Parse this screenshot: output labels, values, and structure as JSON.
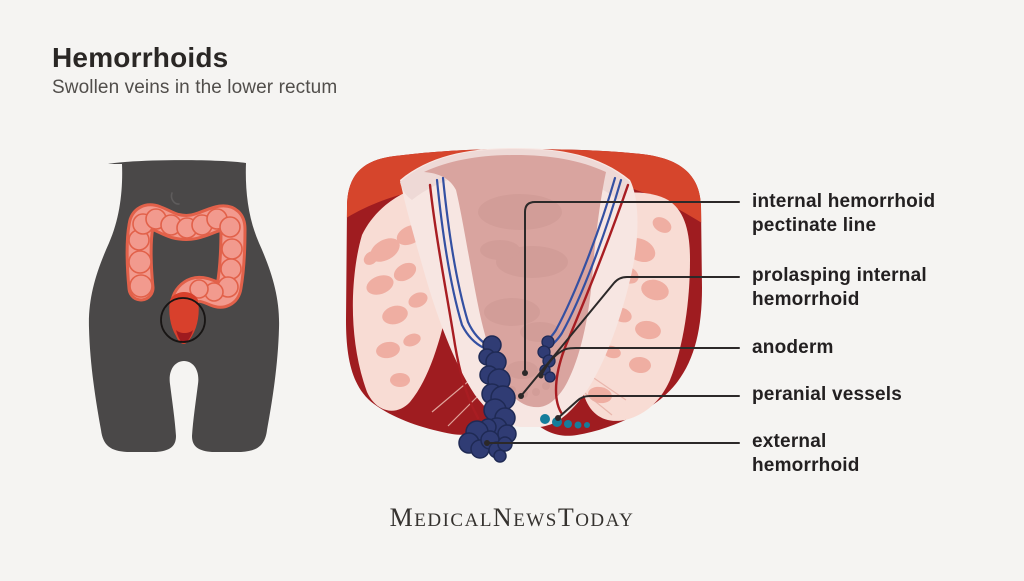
{
  "header": {
    "title": "Hemorrhoids",
    "subtitle": "Swollen veins in the lower rectum"
  },
  "diagram": {
    "labels": [
      {
        "lines": [
          "internal hemorrhoid",
          "pectinate line"
        ]
      },
      {
        "lines": [
          "prolasping internal",
          "hemorrhoid"
        ]
      },
      {
        "lines": [
          "anoderm"
        ]
      },
      {
        "lines": [
          "peranial vessels"
        ]
      },
      {
        "lines": [
          "external",
          "hemorrhoid"
        ]
      }
    ]
  },
  "footer": {
    "logo_parts": [
      {
        "cap": "M",
        "rest": "EDICAL"
      },
      {
        "cap": "N",
        "rest": "EWS"
      },
      {
        "cap": "T",
        "rest": "ODAY"
      }
    ]
  },
  "colors": {
    "background": "#f5f4f2",
    "body_silhouette": "#4a4848",
    "colon_fill": "#f29a8e",
    "colon_outline": "#e2614a",
    "rectum_red": "#d8402c",
    "deep_red": "#9f1c20",
    "orange_band": "#d6452c",
    "tissue_pink": "#f8dcd4",
    "canal_pink": "#d9a49f",
    "hemorrhoid_navy": "#303c74",
    "vein_blue": "#3450a2",
    "artery_red": "#a81d22",
    "perianal_teal": "#157d9b",
    "callout_line": "#2c2929",
    "label_text": "#232021"
  }
}
